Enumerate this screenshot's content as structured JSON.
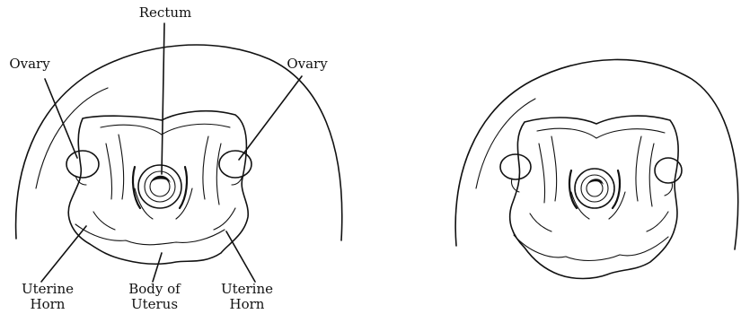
{
  "labels": {
    "rectum": "Rectum",
    "ovary_left": "Ovary",
    "ovary_right": "Ovary",
    "uterine_horn_left_line1": "Uterine",
    "uterine_horn_left_line2": "Horn",
    "body_of_uterus_line1": "Body of",
    "body_of_uterus_line2": "Uterus",
    "uterine_horn_right_line1": "Uterine",
    "uterine_horn_right_line2": "Horn"
  },
  "colors": {
    "ink": "#111111",
    "paper": "#ffffff"
  }
}
